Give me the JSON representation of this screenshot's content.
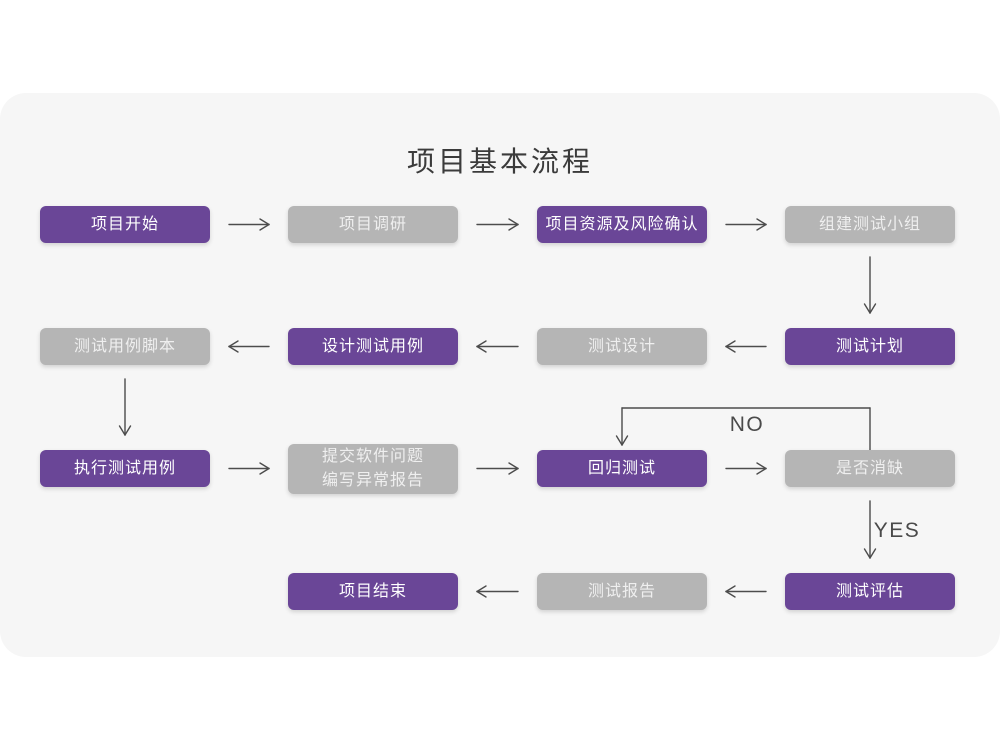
{
  "title": "项目基本流程",
  "colors": {
    "page_background": "#ffffff",
    "card_background": "#f6f6f6",
    "node_purple": "#6a4697",
    "node_gray": "#b5b5b5",
    "node_text": "#ffffff",
    "node_text_gray": "#efefef",
    "arrow": "#4c4c4c",
    "title_text": "#3b3b3b",
    "edge_label_text": "#4a4a4a"
  },
  "flowchart": {
    "nodes": [
      {
        "id": "start",
        "label": "项目开始",
        "variant": "purple",
        "col": 0,
        "row": 0
      },
      {
        "id": "survey",
        "label": "项目调研",
        "variant": "gray",
        "col": 1,
        "row": 0
      },
      {
        "id": "risk",
        "label": "项目资源及风险确认",
        "variant": "purple",
        "col": 2,
        "row": 0
      },
      {
        "id": "team",
        "label": "组建测试小组",
        "variant": "gray",
        "col": 3,
        "row": 0
      },
      {
        "id": "plan",
        "label": "测试计划",
        "variant": "purple",
        "col": 3,
        "row": 1
      },
      {
        "id": "test-design",
        "label": "测试设计",
        "variant": "gray",
        "col": 2,
        "row": 1
      },
      {
        "id": "design-case",
        "label": "设计测试用例",
        "variant": "purple",
        "col": 1,
        "row": 1
      },
      {
        "id": "case-script",
        "label": "测试用例脚本",
        "variant": "gray",
        "col": 0,
        "row": 1
      },
      {
        "id": "execute",
        "label": "执行测试用例",
        "variant": "purple",
        "col": 0,
        "row": 2
      },
      {
        "id": "submit",
        "label": "提交软件问题\n编写异常报告",
        "variant": "gray",
        "col": 1,
        "row": 2,
        "two_line": true
      },
      {
        "id": "regression",
        "label": "回归测试",
        "variant": "purple",
        "col": 2,
        "row": 2
      },
      {
        "id": "defect-check",
        "label": "是否消缺",
        "variant": "gray",
        "col": 3,
        "row": 2
      },
      {
        "id": "evaluate",
        "label": "测试评估",
        "variant": "purple",
        "col": 3,
        "row": 3
      },
      {
        "id": "report",
        "label": "测试报告",
        "variant": "gray",
        "col": 2,
        "row": 3
      },
      {
        "id": "end",
        "label": "项目结束",
        "variant": "purple",
        "col": 1,
        "row": 3
      }
    ],
    "edges": [
      {
        "from": "start",
        "to": "survey"
      },
      {
        "from": "survey",
        "to": "risk"
      },
      {
        "from": "risk",
        "to": "team"
      },
      {
        "from": "team",
        "to": "plan"
      },
      {
        "from": "plan",
        "to": "test-design"
      },
      {
        "from": "test-design",
        "to": "design-case"
      },
      {
        "from": "design-case",
        "to": "case-script"
      },
      {
        "from": "case-script",
        "to": "execute"
      },
      {
        "from": "execute",
        "to": "submit"
      },
      {
        "from": "submit",
        "to": "regression"
      },
      {
        "from": "regression",
        "to": "defect-check"
      },
      {
        "from": "defect-check",
        "to": "regression",
        "type": "loop",
        "label": "NO"
      },
      {
        "from": "defect-check",
        "to": "evaluate",
        "label": "YES"
      },
      {
        "from": "evaluate",
        "to": "report"
      },
      {
        "from": "report",
        "to": "end"
      }
    ]
  }
}
